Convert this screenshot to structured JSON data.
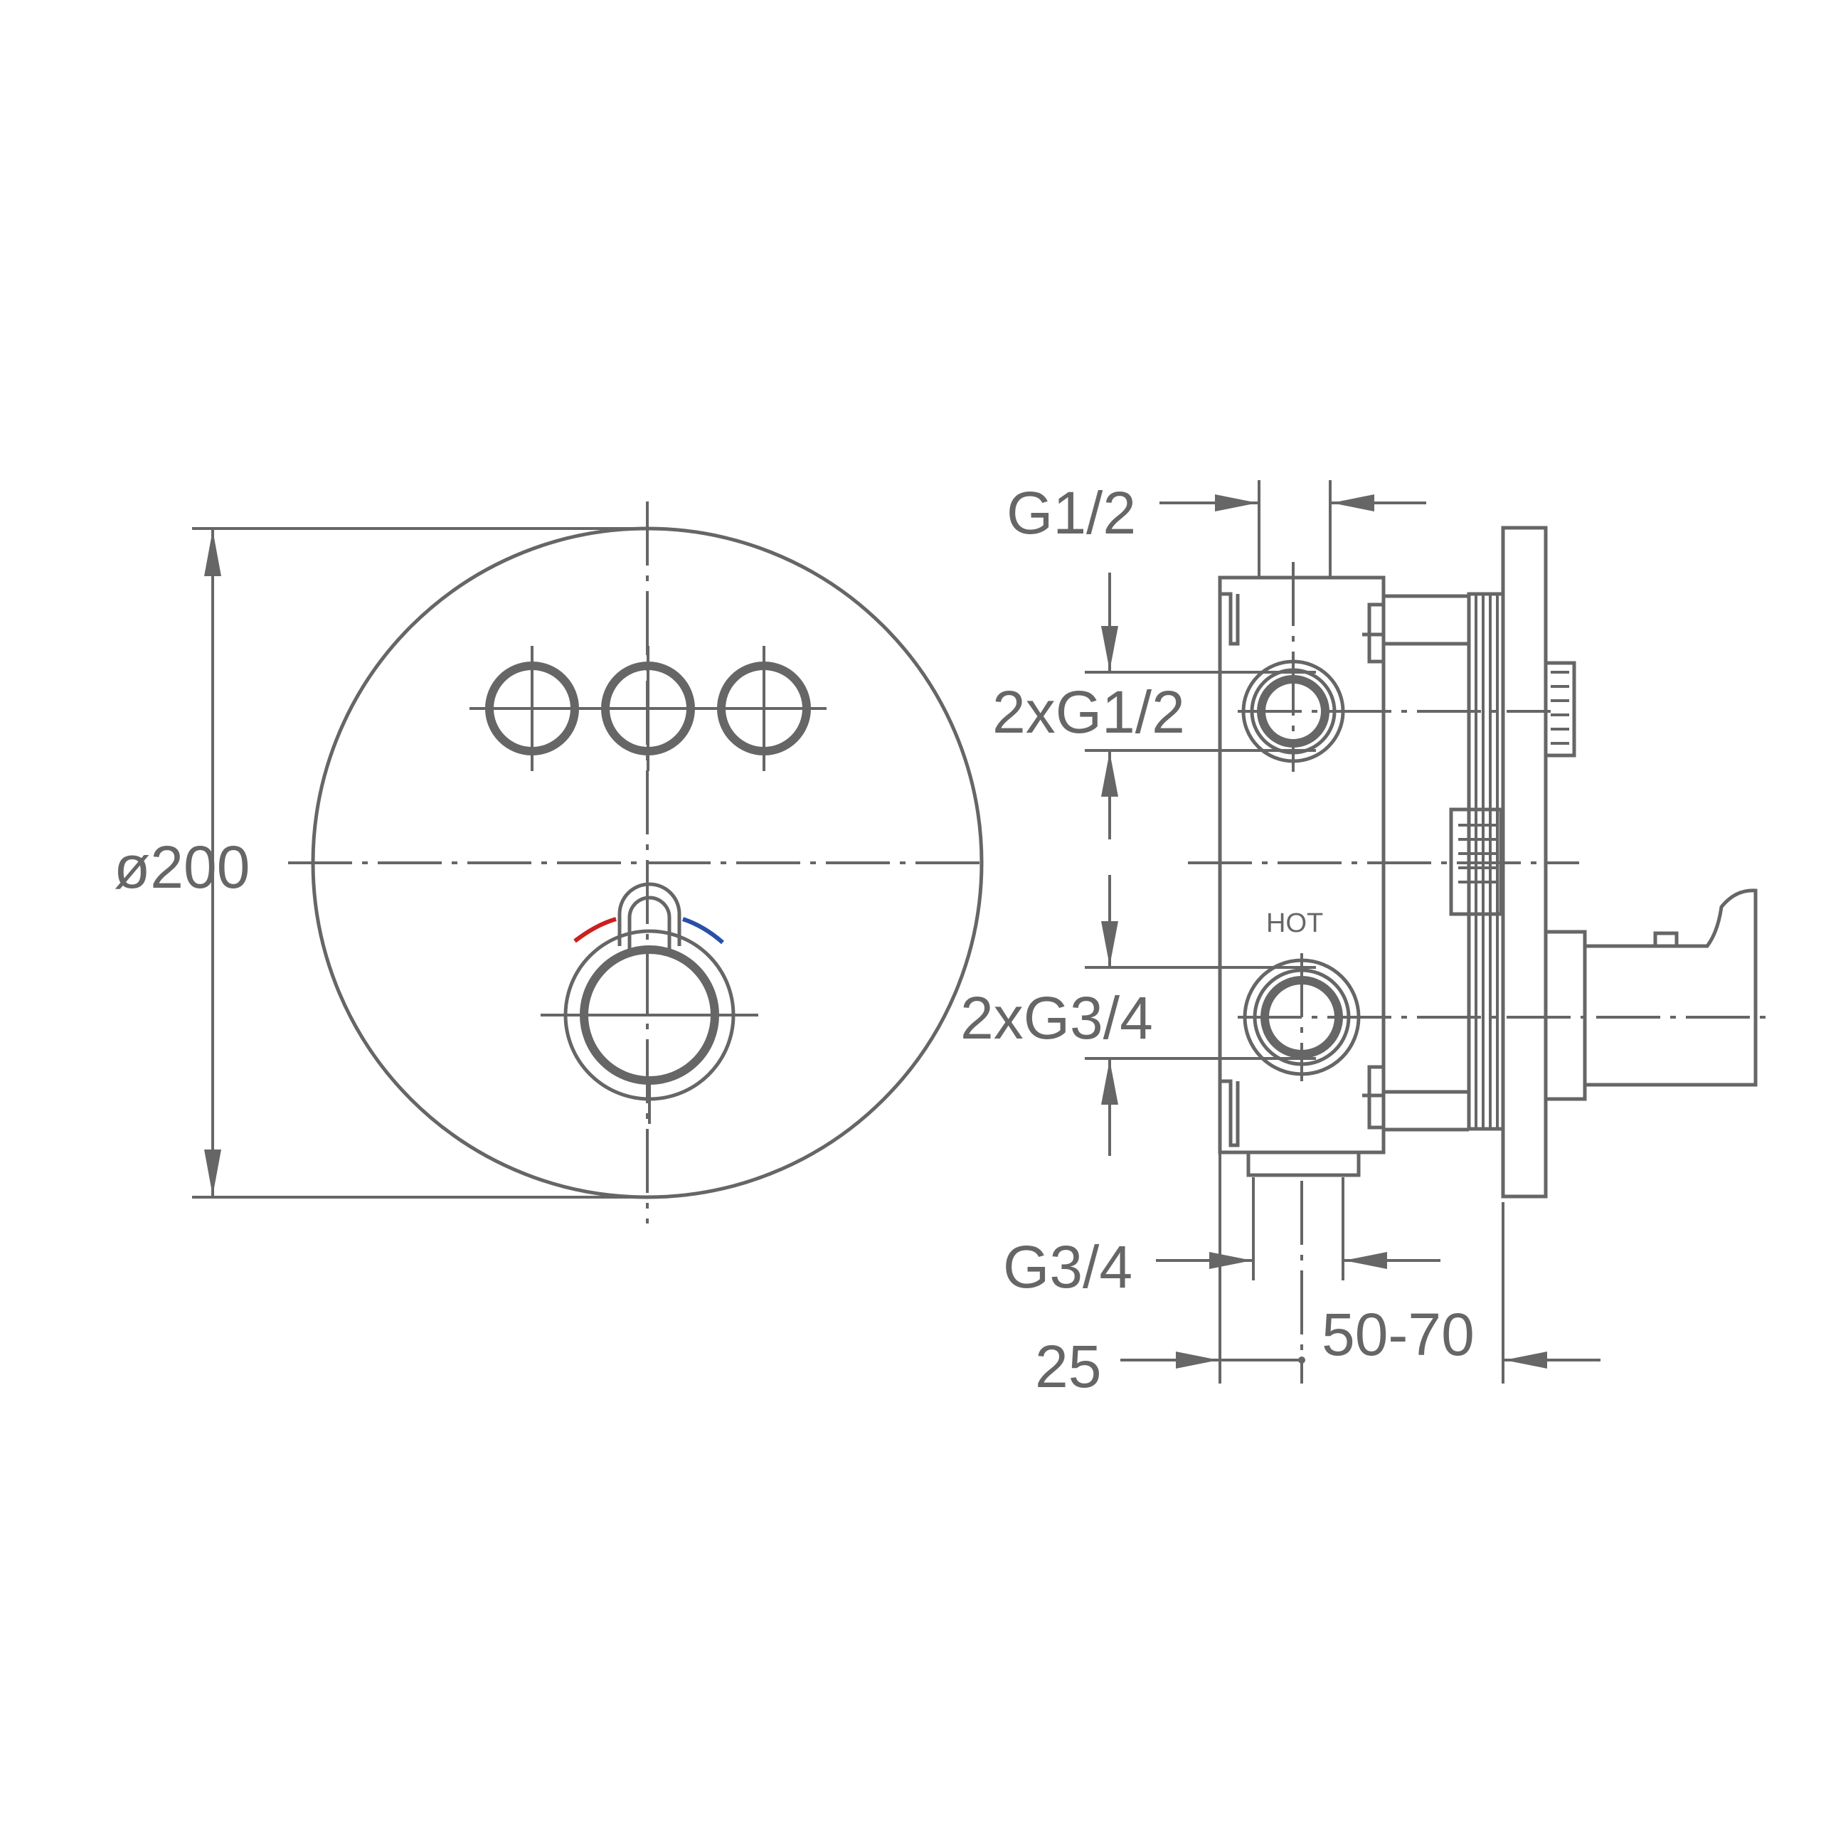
{
  "labels": {
    "diameter": "ø200",
    "top_connection": "G1/2",
    "outlets": "2xG1/2",
    "hot_marker": "HOT",
    "inlets": "2xG3/4",
    "bottom_connection": "G3/4",
    "wall_depth": "25",
    "install_range": "50-70"
  },
  "colors": {
    "line": "#666666",
    "hot_indicator": "#cc1f1f",
    "cold_indicator": "#2a4fa8"
  }
}
